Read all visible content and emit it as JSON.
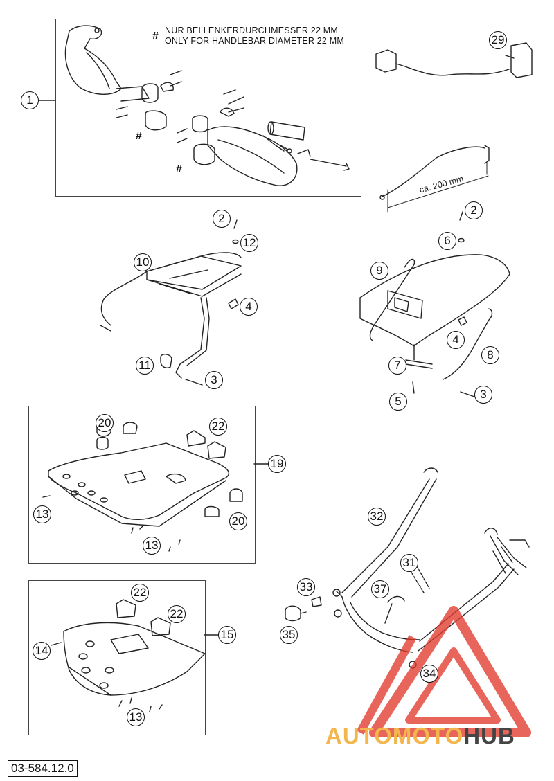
{
  "note": {
    "line1": "NUR BEI LENKERDURCHMESSER 22 MM",
    "line2": "ONLY FOR HANDLEBAR DIAMETER 22 MM",
    "hash": "#"
  },
  "dimension": "ca. 200 mm",
  "part_number": "03-584.12.0",
  "watermark": {
    "part1": "AUTOMOTO",
    "part2": "HUB"
  },
  "callouts": {
    "c1": "1",
    "c29": "29",
    "c2a": "2",
    "c12": "12",
    "c10": "10",
    "c4a": "4",
    "c11": "11",
    "c3a": "3",
    "c2b": "2",
    "c6": "6",
    "c9": "9",
    "c4b": "4",
    "c8": "8",
    "c7": "7",
    "c5": "5",
    "c3b": "3",
    "c20a": "20",
    "c22a": "22",
    "c19": "19",
    "c13a": "13",
    "c20b": "20",
    "c13b": "13",
    "c22b": "22",
    "c22c": "22",
    "c14": "14",
    "c15": "15",
    "c13c": "13",
    "c32": "32",
    "c31": "31",
    "c33": "33",
    "c37": "37",
    "c35": "35",
    "c34": "34"
  },
  "colors": {
    "line": "#222222",
    "watermark_red": "#e23a2e",
    "watermark_orange": "#f2b64d"
  }
}
